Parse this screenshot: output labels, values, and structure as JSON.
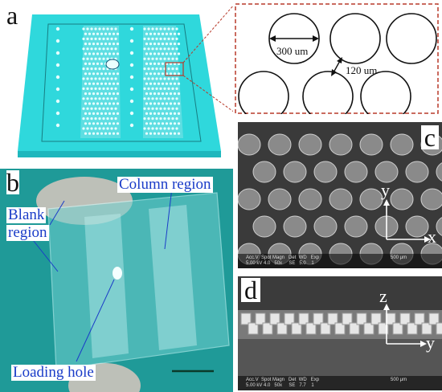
{
  "panels": {
    "a": {
      "label": "a",
      "diameter": "300 um",
      "spacing": "120 um"
    },
    "b": {
      "label": "b",
      "column_region": "Column region",
      "blank_region_line1": "Blank",
      "blank_region_line2": "region",
      "loading_hole": "Loading hole"
    },
    "c": {
      "label": "c",
      "axis_y": "y",
      "axis_x": "x",
      "sem_row1": "Acc.V  Spot Magn   Det  WD   Exp",
      "sem_row2": "5.00 kV 4.0   50x     SE   5.0    1",
      "scale": "500 μm"
    },
    "d": {
      "label": "d",
      "axis_z": "z",
      "axis_y": "y",
      "sem_row1": "Acc.V  Spot Magn   Det  WD   Exp",
      "sem_row2": "5.00 kV 4.0   50x     SE   7.7    1",
      "scale": "500 μm"
    }
  },
  "colors": {
    "chip": "#2fd8dc",
    "chip_dark": "#1fb7bd",
    "callout_text": "#1a3cc8",
    "dash_box": "#b83a2a"
  }
}
